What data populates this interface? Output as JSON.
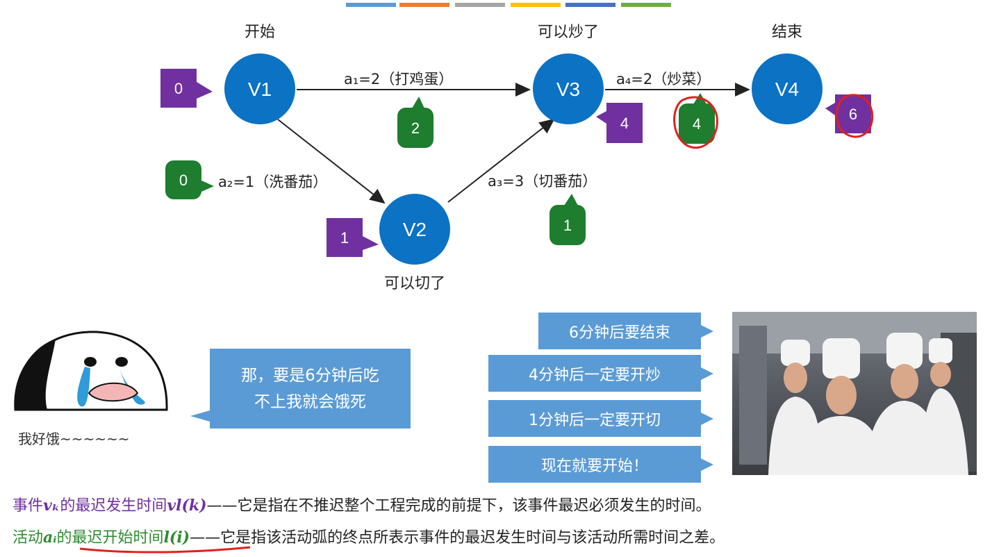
{
  "top_stripes": [
    "#5b9bd5",
    "#ed7d31",
    "#a5a5a5",
    "#ffc000",
    "#4472c4",
    "#70ad47"
  ],
  "colors": {
    "node": "#0b72c4",
    "purple_tag": "#7030a0",
    "green_tag": "#1e7d2e",
    "bubble": "#5b9bd5",
    "annotation_red": "#e0201c"
  },
  "nodes": [
    {
      "id": "V1",
      "label": "V1",
      "event": "开始"
    },
    {
      "id": "V2",
      "label": "V2",
      "event": "可以切了"
    },
    {
      "id": "V3",
      "label": "V3",
      "event": "可以炒了"
    },
    {
      "id": "V4",
      "label": "V4",
      "event": "结束"
    }
  ],
  "edges": [
    {
      "from": "V1",
      "to": "V3",
      "label": "a₁=2（打鸡蛋）"
    },
    {
      "from": "V1",
      "to": "V2",
      "label": "a₂=1（洗番茄）"
    },
    {
      "from": "V2",
      "to": "V3",
      "label": "a₃=3（切番茄）"
    },
    {
      "from": "V3",
      "to": "V4",
      "label": "a₄=2（炒菜）"
    }
  ],
  "vertex_latest_times": {
    "V1": "0",
    "V2": "1",
    "V3": "4",
    "V4": "6"
  },
  "activity_latest_times": {
    "a1": "2",
    "a2": "0",
    "a3": "1",
    "a4": "4"
  },
  "speech_bubble": "那，要是6分钟后吃\n不上我就会饿死",
  "emoji_caption": "我好饿~~~~~~",
  "chef_bubbles": [
    "6分钟后要结束",
    "4分钟后一定要开炒",
    "1分钟后一定要开切",
    "现在就要开始！"
  ],
  "definitions": {
    "vl": {
      "term": "事件",
      "sym1": "vₖ",
      "mid": "的最迟发生时间",
      "sym2": "vl(k)",
      "text": "——它是指在不推迟整个工程完成的前提下，该事件最迟必须发生的时间。"
    },
    "l": {
      "term": "活动",
      "sym1": "aᵢ",
      "mid": "的最迟开始时间",
      "sym2": "l(i)",
      "text": "——它是指该活动弧的终点所表示事件的最迟发生时间与该活动所需时间之差。"
    }
  }
}
